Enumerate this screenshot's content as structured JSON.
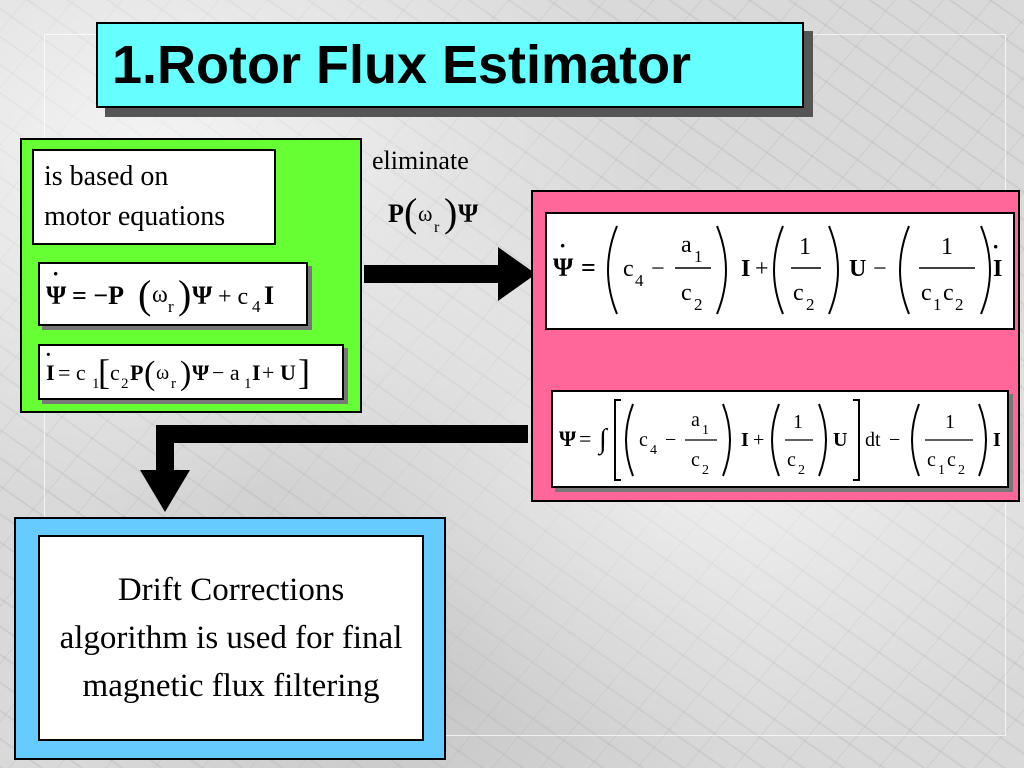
{
  "title": "1.Rotor Flux Estimator",
  "green_box": {
    "description_line1": "is based on",
    "description_line2": "motor equations"
  },
  "eliminate_label": "eliminate",
  "drift_box": {
    "text": "Drift Corrections algorithm is used for final magnetic flux filtering"
  },
  "colors": {
    "title_bg": "#66ffff",
    "green_panel": "#66ff33",
    "pink_panel": "#ff6699",
    "blue_panel": "#66ccff"
  },
  "equations": {
    "psi_dot": "Ψ̇ = −P(ωr)Ψ + c4 I",
    "i_dot": "İ = c1[c2 P(ωr)Ψ − a1 I + U]",
    "eliminated_term": "P(ωr)Ψ",
    "psi_dot_new": "Ψ̇ = (c4 − a1/c2) I + (1/c2) U − (1/(c1c2)) İ",
    "psi_integral": "Ψ = ∫[(c4 − a1/c2) I + (1/c2) U] dt − (1/(c1c2)) I"
  }
}
